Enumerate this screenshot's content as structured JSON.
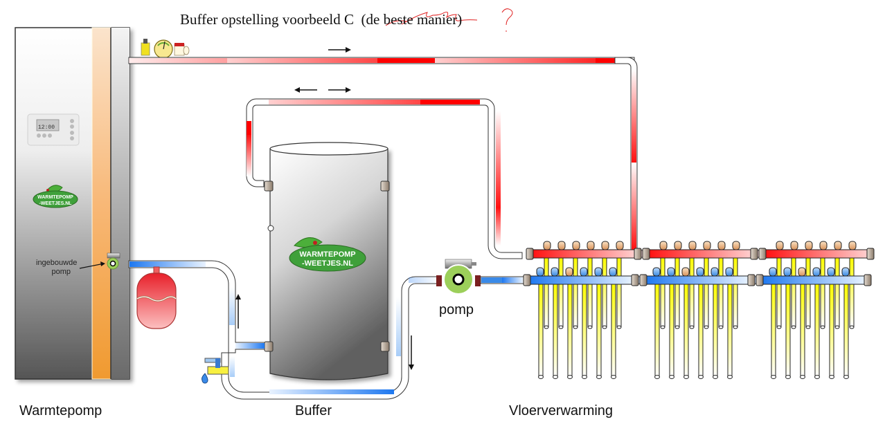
{
  "title": {
    "text": "Buffer opstelling voorbeeld C",
    "annotation_text": "(de beste manier)",
    "annotation_note": "?",
    "annotation_color": "#e02020"
  },
  "components": {
    "heat_pump": {
      "label": "Warmtepomp",
      "pump_label_line1": "ingebouwde",
      "pump_label_line2": "pomp",
      "logo_line1": "WARMTEPOMP",
      "logo_line2": "-WEETJES.NL"
    },
    "buffer": {
      "label": "Buffer",
      "logo_line1": "WARMTEPOMP",
      "logo_line2": "-WEETJES.NL"
    },
    "circulation_pump": {
      "label": "pomp"
    },
    "floor_heating": {
      "label": "Vloerverwarming",
      "manifold_count": 3,
      "loops_per_manifold": 6
    }
  },
  "colors": {
    "hot": "#ff0000",
    "cold": "#1e78f0",
    "loop": "#ffff00",
    "heat_pump_accent": "#f4a040",
    "pump_green": "#9ccf5a"
  }
}
